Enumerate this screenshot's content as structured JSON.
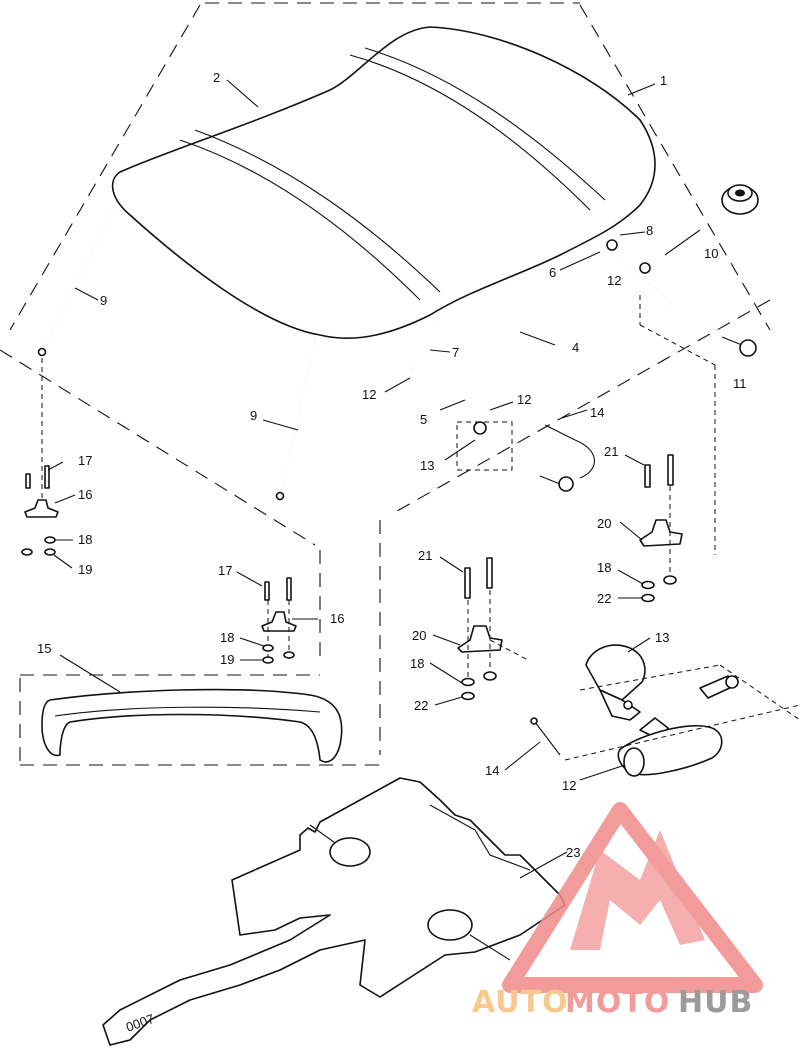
{
  "callouts": {
    "c1": "1",
    "c2": "2",
    "c4": "4",
    "c5": "5",
    "c6": "6",
    "c7": "7",
    "c8": "8",
    "c9a": "9",
    "c9b": "9",
    "c10": "10",
    "c11": "11",
    "c12a": "12",
    "c12b": "12",
    "c12c": "12",
    "c12d": "12",
    "c13a": "13",
    "c13b": "13",
    "c14a": "14",
    "c14b": "14",
    "c15": "15",
    "c16a": "16",
    "c16b": "16",
    "c17a": "17",
    "c17b": "17",
    "c18a": "18",
    "c18b": "18",
    "c18c": "18",
    "c18d": "18",
    "c19a": "19",
    "c19b": "19",
    "c20a": "20",
    "c20b": "20",
    "c21a": "21",
    "c21b": "21",
    "c22a": "22",
    "c22b": "22",
    "c23": "23"
  },
  "mat_mark": "0007",
  "watermark": {
    "text_auto": "AUTO",
    "text_moto": "MOTO",
    "text_hub": "HUB",
    "color_primary": "#f08a8a",
    "color_secondary": "#f7c07a",
    "color_hub": "#8a8a8a"
  }
}
